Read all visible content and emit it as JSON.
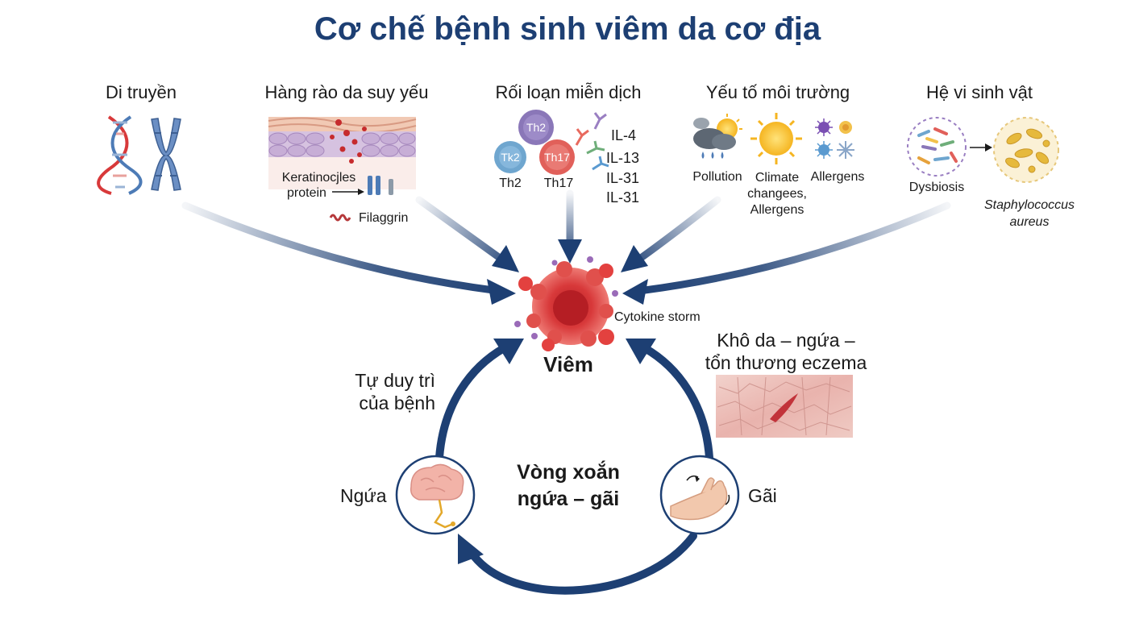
{
  "title": "Cơ chế bệnh sinh viêm da cơ địa",
  "factors": {
    "genetics": {
      "title": "Di truyền",
      "icons": [
        "dna-icon",
        "chromosome-icon"
      ]
    },
    "barrier": {
      "title": "Hàng rào da suy yếu",
      "keratinocytes_line1": "Keratinocjles",
      "keratinocytes_line2": "protein",
      "filaggrin": "Filaggrin"
    },
    "immune": {
      "title": "Rối loạn miễn dịch",
      "cell_th2_top": "Th2",
      "cell_th2_left": "Tk2",
      "cell_th17": "Th17",
      "label_th2": "Th2",
      "label_th17": "Th17",
      "il": [
        "IL-4",
        "IL-13",
        "IL-31",
        "IL-31"
      ]
    },
    "environment": {
      "title": "Yếu tố môi trường",
      "pollution": "Pollution",
      "climate_line1": "Climate",
      "climate_line2": "changees,",
      "climate_line3": "Allergens",
      "allergens": "Allergens"
    },
    "microbiome": {
      "title": "Hệ vi sinh vật",
      "dysbiosis": "Dysbiosis",
      "staph_line1": "Staphylococcus",
      "staph_line2": "aureus"
    }
  },
  "center": {
    "label": "Viêm",
    "cytokine": "Cytokine storm"
  },
  "cycle": {
    "title_line1": "Vòng xoắn",
    "title_line2": "ngứa – gãi",
    "self_sustain_line1": "Tự duy trì",
    "self_sustain_line2": "của bệnh",
    "itch": "Ngứa",
    "scratch": "Gãi",
    "dry_skin_line1": "Khô da – ngứa –",
    "dry_skin_line2": "tổn thương eczema"
  },
  "colors": {
    "navy": "#1d3f73",
    "red": "#d8393a",
    "blue": "#4d7bb6"
  }
}
